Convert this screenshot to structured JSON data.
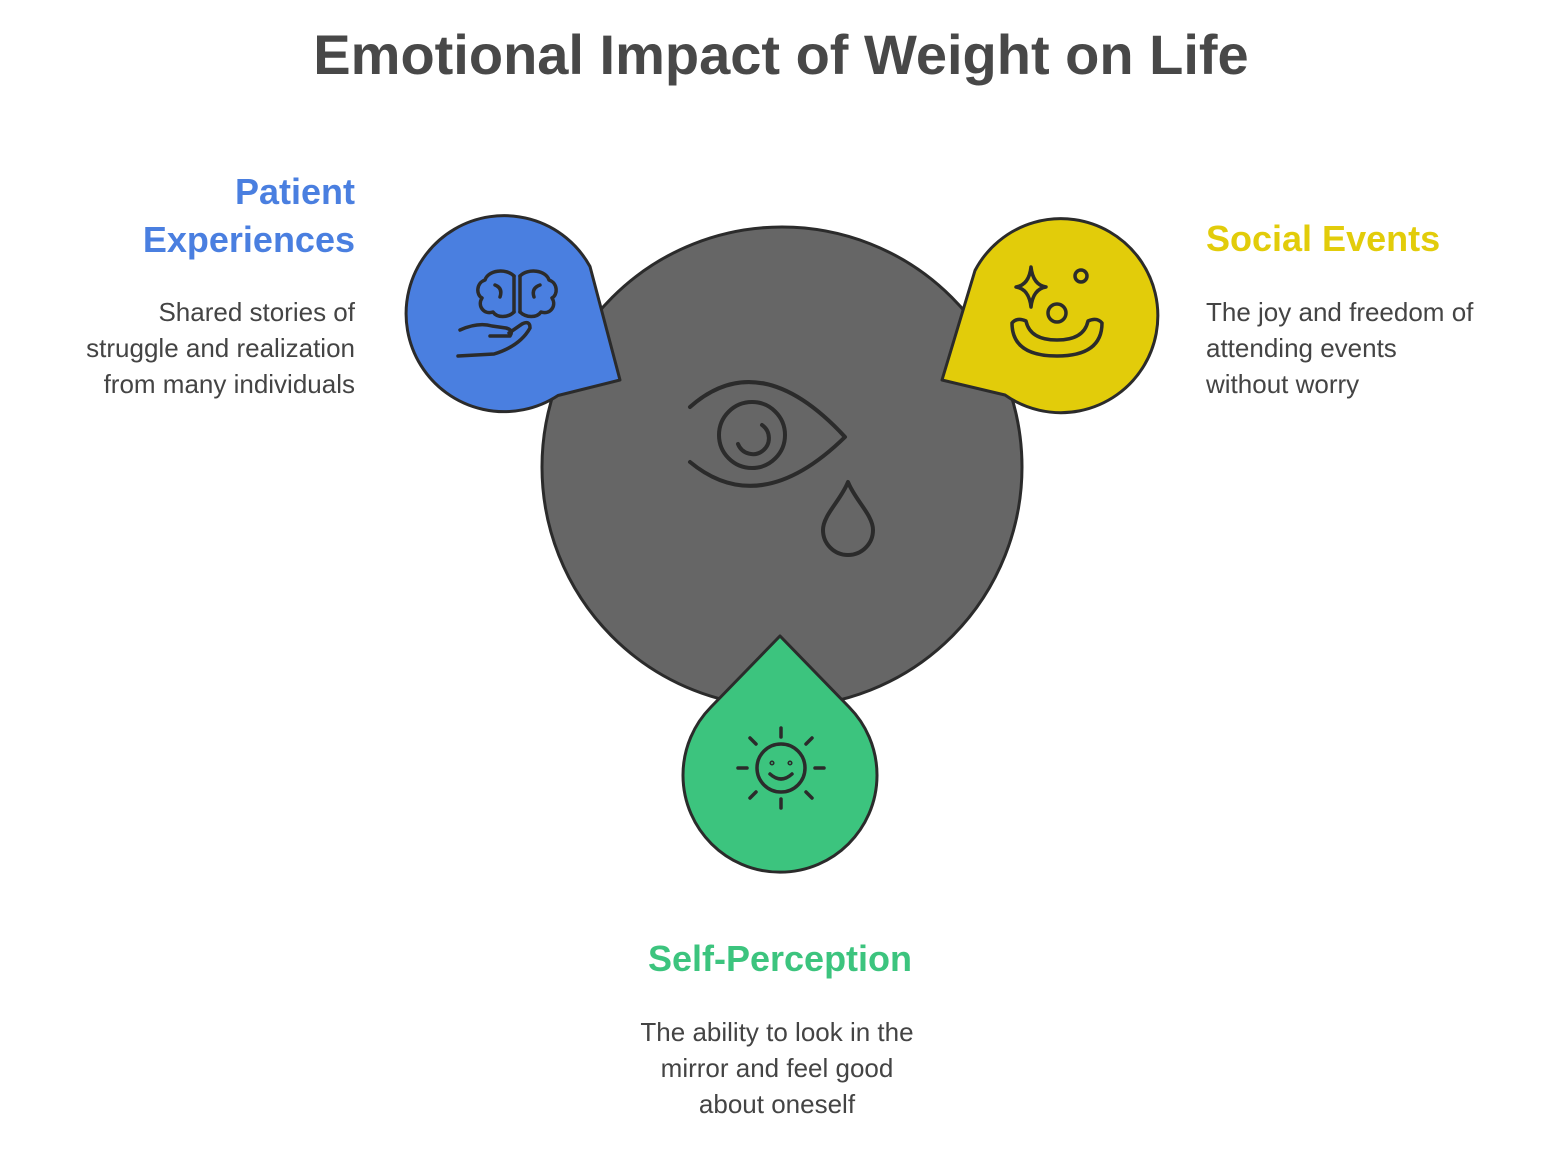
{
  "title": "Emotional Impact of Weight on Life",
  "colors": {
    "center": "#666666",
    "outline": "#2b2b2b",
    "patient": "#4a7fe0",
    "social": "#e2cc0a",
    "self": "#3cc47e",
    "title": "#484848",
    "text": "#444444"
  },
  "center": {
    "icon": "crying-eye-icon"
  },
  "items": [
    {
      "id": "patient-experiences",
      "heading_line1": "Patient",
      "heading_line2": "Experiences",
      "desc_line1": "Shared stories of",
      "desc_line2": "struggle and realization",
      "desc_line3": "from many individuals",
      "icon": "brain-hand-icon",
      "color": "#4a7fe0"
    },
    {
      "id": "social-events",
      "heading": "Social Events",
      "desc_line1": "The joy and freedom of",
      "desc_line2": "attending events",
      "desc_line3": "without worry",
      "icon": "clown-face-icon",
      "color": "#e2cc0a"
    },
    {
      "id": "self-perception",
      "heading": "Self-Perception",
      "desc_line1": "The ability to look in the",
      "desc_line2": "mirror and feel good",
      "desc_line3": "about oneself",
      "icon": "smiling-sun-icon",
      "color": "#3cc47e"
    }
  ]
}
